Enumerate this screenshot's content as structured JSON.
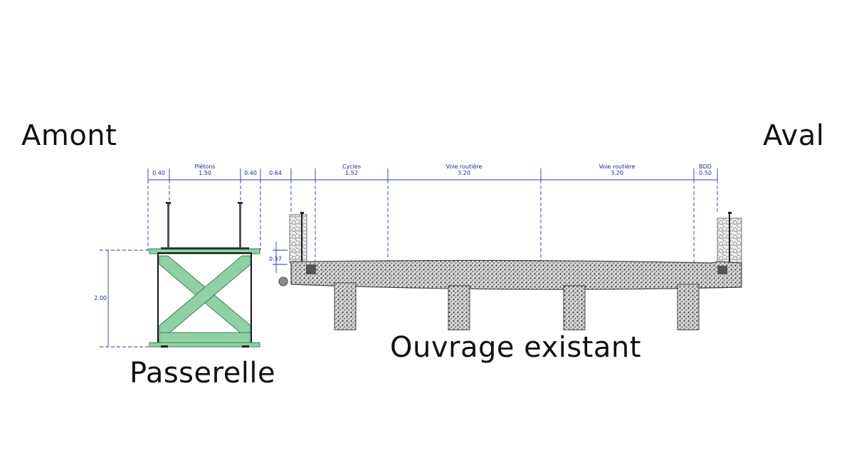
{
  "labels": {
    "amont": "Amont",
    "aval": "Aval",
    "passerelle": "Passerelle",
    "ouvrage": "Ouvrage existant"
  },
  "dimensions": {
    "d040_left": "0.40",
    "pietons_title": "Piétons",
    "pietons_value": "1.50",
    "d040_right": "0.40",
    "d064": "0.64",
    "cycles_title": "Cycles",
    "cycles_value": "1.52",
    "voie1_title": "Voie routière",
    "voie1_value": "3.20",
    "voie2_title": "Voie routière",
    "voie2_value": "3.20",
    "bdd_title": "BDD",
    "bdd_value": "0.50",
    "height_200": "2.00",
    "d037": "0.37"
  },
  "colors": {
    "truss_green": "#8fd1a4",
    "truss_stroke": "#3f7d55",
    "dim_blue": "#2b35a8",
    "concrete": "#bcbcbc"
  }
}
